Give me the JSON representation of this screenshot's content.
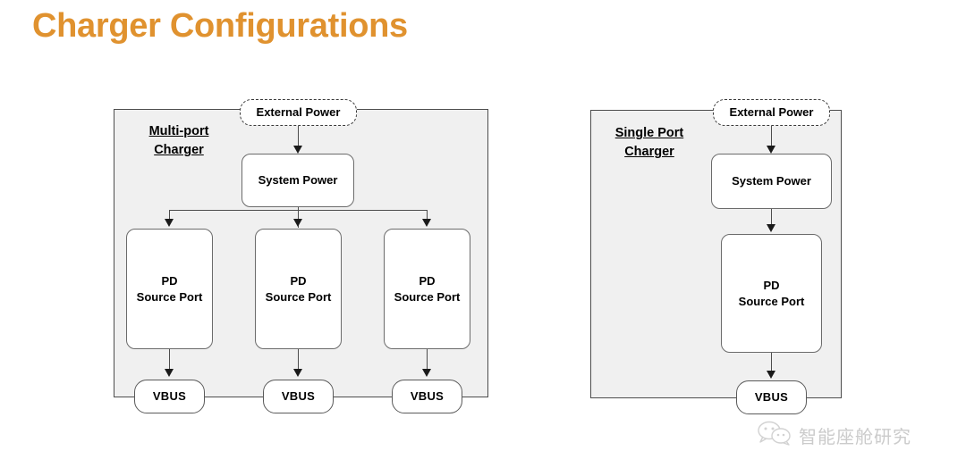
{
  "page": {
    "title": "Charger Configurations",
    "title_color": "#E0922F",
    "background_color": "#ffffff"
  },
  "diagrams": [
    {
      "id": "multi-port",
      "enclosure_label": "Multi-port\nCharger",
      "enclosure_label_line1": "Multi-port",
      "enclosure_label_line2": "Charger",
      "enclosure_fill": "#f0f0f0",
      "enclosure_border": "#4d4d4d",
      "external_power": "External Power",
      "system_power": "System Power",
      "ports": [
        {
          "label_line1": "PD",
          "label_line2": "Source Port",
          "vbus": "VBUS"
        },
        {
          "label_line1": "PD",
          "label_line2": "Source Port",
          "vbus": "VBUS"
        },
        {
          "label_line1": "PD",
          "label_line2": "Source Port",
          "vbus": "VBUS"
        }
      ]
    },
    {
      "id": "single-port",
      "enclosure_label": "Single Port\nCharger",
      "enclosure_label_line1": "Single Port",
      "enclosure_label_line2": "Charger",
      "enclosure_fill": "#f0f0f0",
      "enclosure_border": "#4d4d4d",
      "external_power": "External Power",
      "system_power": "System Power",
      "ports": [
        {
          "label_line1": "PD",
          "label_line2": "Source Port",
          "vbus": "VBUS"
        }
      ]
    }
  ],
  "watermark": {
    "icon": "wechat-icon",
    "text": "智能座舱研究",
    "color": "#cbcbcb"
  }
}
